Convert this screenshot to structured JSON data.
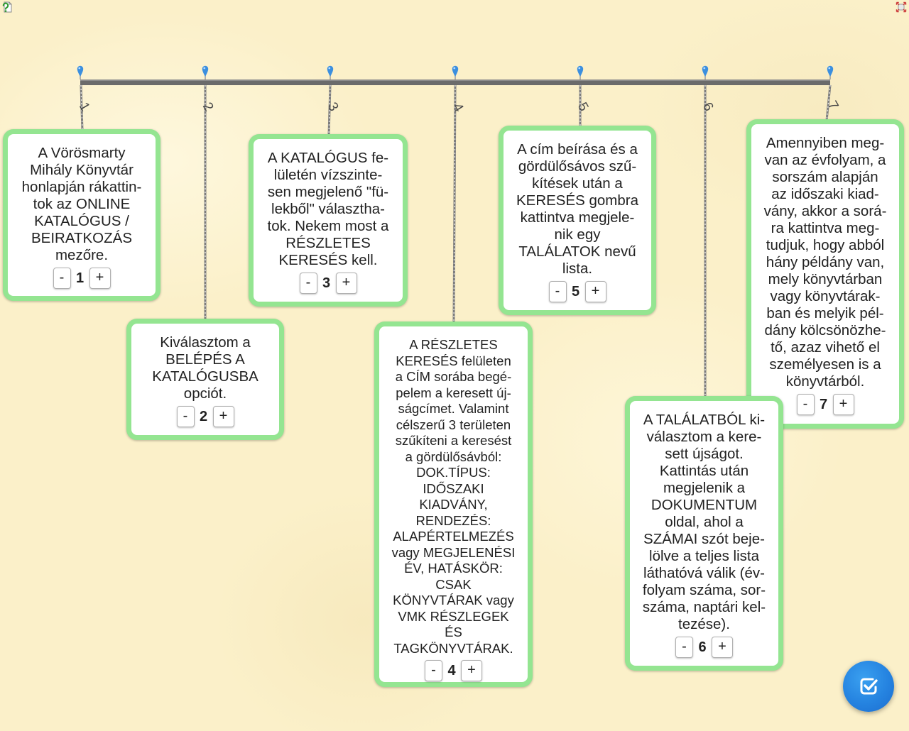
{
  "app": {
    "help_icon": "help-icon",
    "fullscreen_icon": "fullscreen-icon",
    "check_icon": "check-square-icon"
  },
  "colors": {
    "background": "#fbf0c9",
    "card_border": "#94e591",
    "timeline_bar": "#6b6b6b",
    "pin": "#3b8fdf",
    "check_button": "#2583e0"
  },
  "timeline": {
    "labels": [
      "1",
      "2",
      "3",
      "4",
      "5",
      "6",
      "7"
    ]
  },
  "controls": {
    "minus_label": "-",
    "plus_label": "+"
  },
  "cards": [
    {
      "text": "A Vörösmarty\nMihály Könyvtár\nhonlapján rákattin-\ntok az ONLINE\nKATALÓGUS /\nBEIRATKOZÁS\nmezőre.",
      "value": "1"
    },
    {
      "text": "Kiválasztom a\nBELÉPÉS A\nKATALÓGUSBA\nopciót.",
      "value": "2"
    },
    {
      "text": "A KATALÓGUS fe-\nlületén vízszinte-\nsen megjelenő \"fü-\nlekből\" választha-\ntok. Nekem most a\nRÉSZLETES\nKERESÉS kell.",
      "value": "3"
    },
    {
      "text": "A RÉSZLETES\nKERESÉS felületen\na CÍM sorába begé-\npelem a keresett új-\nságcímet. Valamint\ncélszerű 3 területen\nszűkíteni a keresést\na gördülősávból:\nDOK.TÍPUS:\nIDŐSZAKI\nKIADVÁNY,\nRENDEZÉS:\nALAPÉRTELMEZÉS\nvagy MEGJELENÉSI\nÉV, HATÁSKÖR:\nCSAK\nKÖNYVTÁRAK vagy\nVMK RÉSZLEGEK\nÉS\nTAGKÖNYVTÁRAK.",
      "value": "4"
    },
    {
      "text": "A cím beírása és a\ngördülősávos szű-\nkítések után a\nKERESÉS gombra\nkattintva megjele-\nnik egy\nTALÁLATOK nevű\nlista.",
      "value": "5"
    },
    {
      "text": "A TALÁLATBÓL ki-\nválasztom a kere-\nsett újságot.\nKattintás után\nmegjelenik a\nDOKUMENTUM\noldal, ahol a\nSZÁMAI szót beje-\nlölve a teljes lista\nláthatóvá válik (év-\nfolyam száma, sor-\nszáma, naptári kel-\ntezése).",
      "value": "6"
    },
    {
      "text": "Amennyiben meg-\nvan az évfolyam, a\nsorszám alapján\naz időszaki kiad-\nvány, akkor a sorá-\nra kattintva meg-\ntudjuk, hogy abból\nhány példány van,\nmely könyvtárban\nvagy könyvtárak-\nban és melyik pél-\ndány kölcsönözhe-\ntő, azaz vihető el\nszemélyesen is a\nkönyvtárból.",
      "value": "7"
    }
  ]
}
